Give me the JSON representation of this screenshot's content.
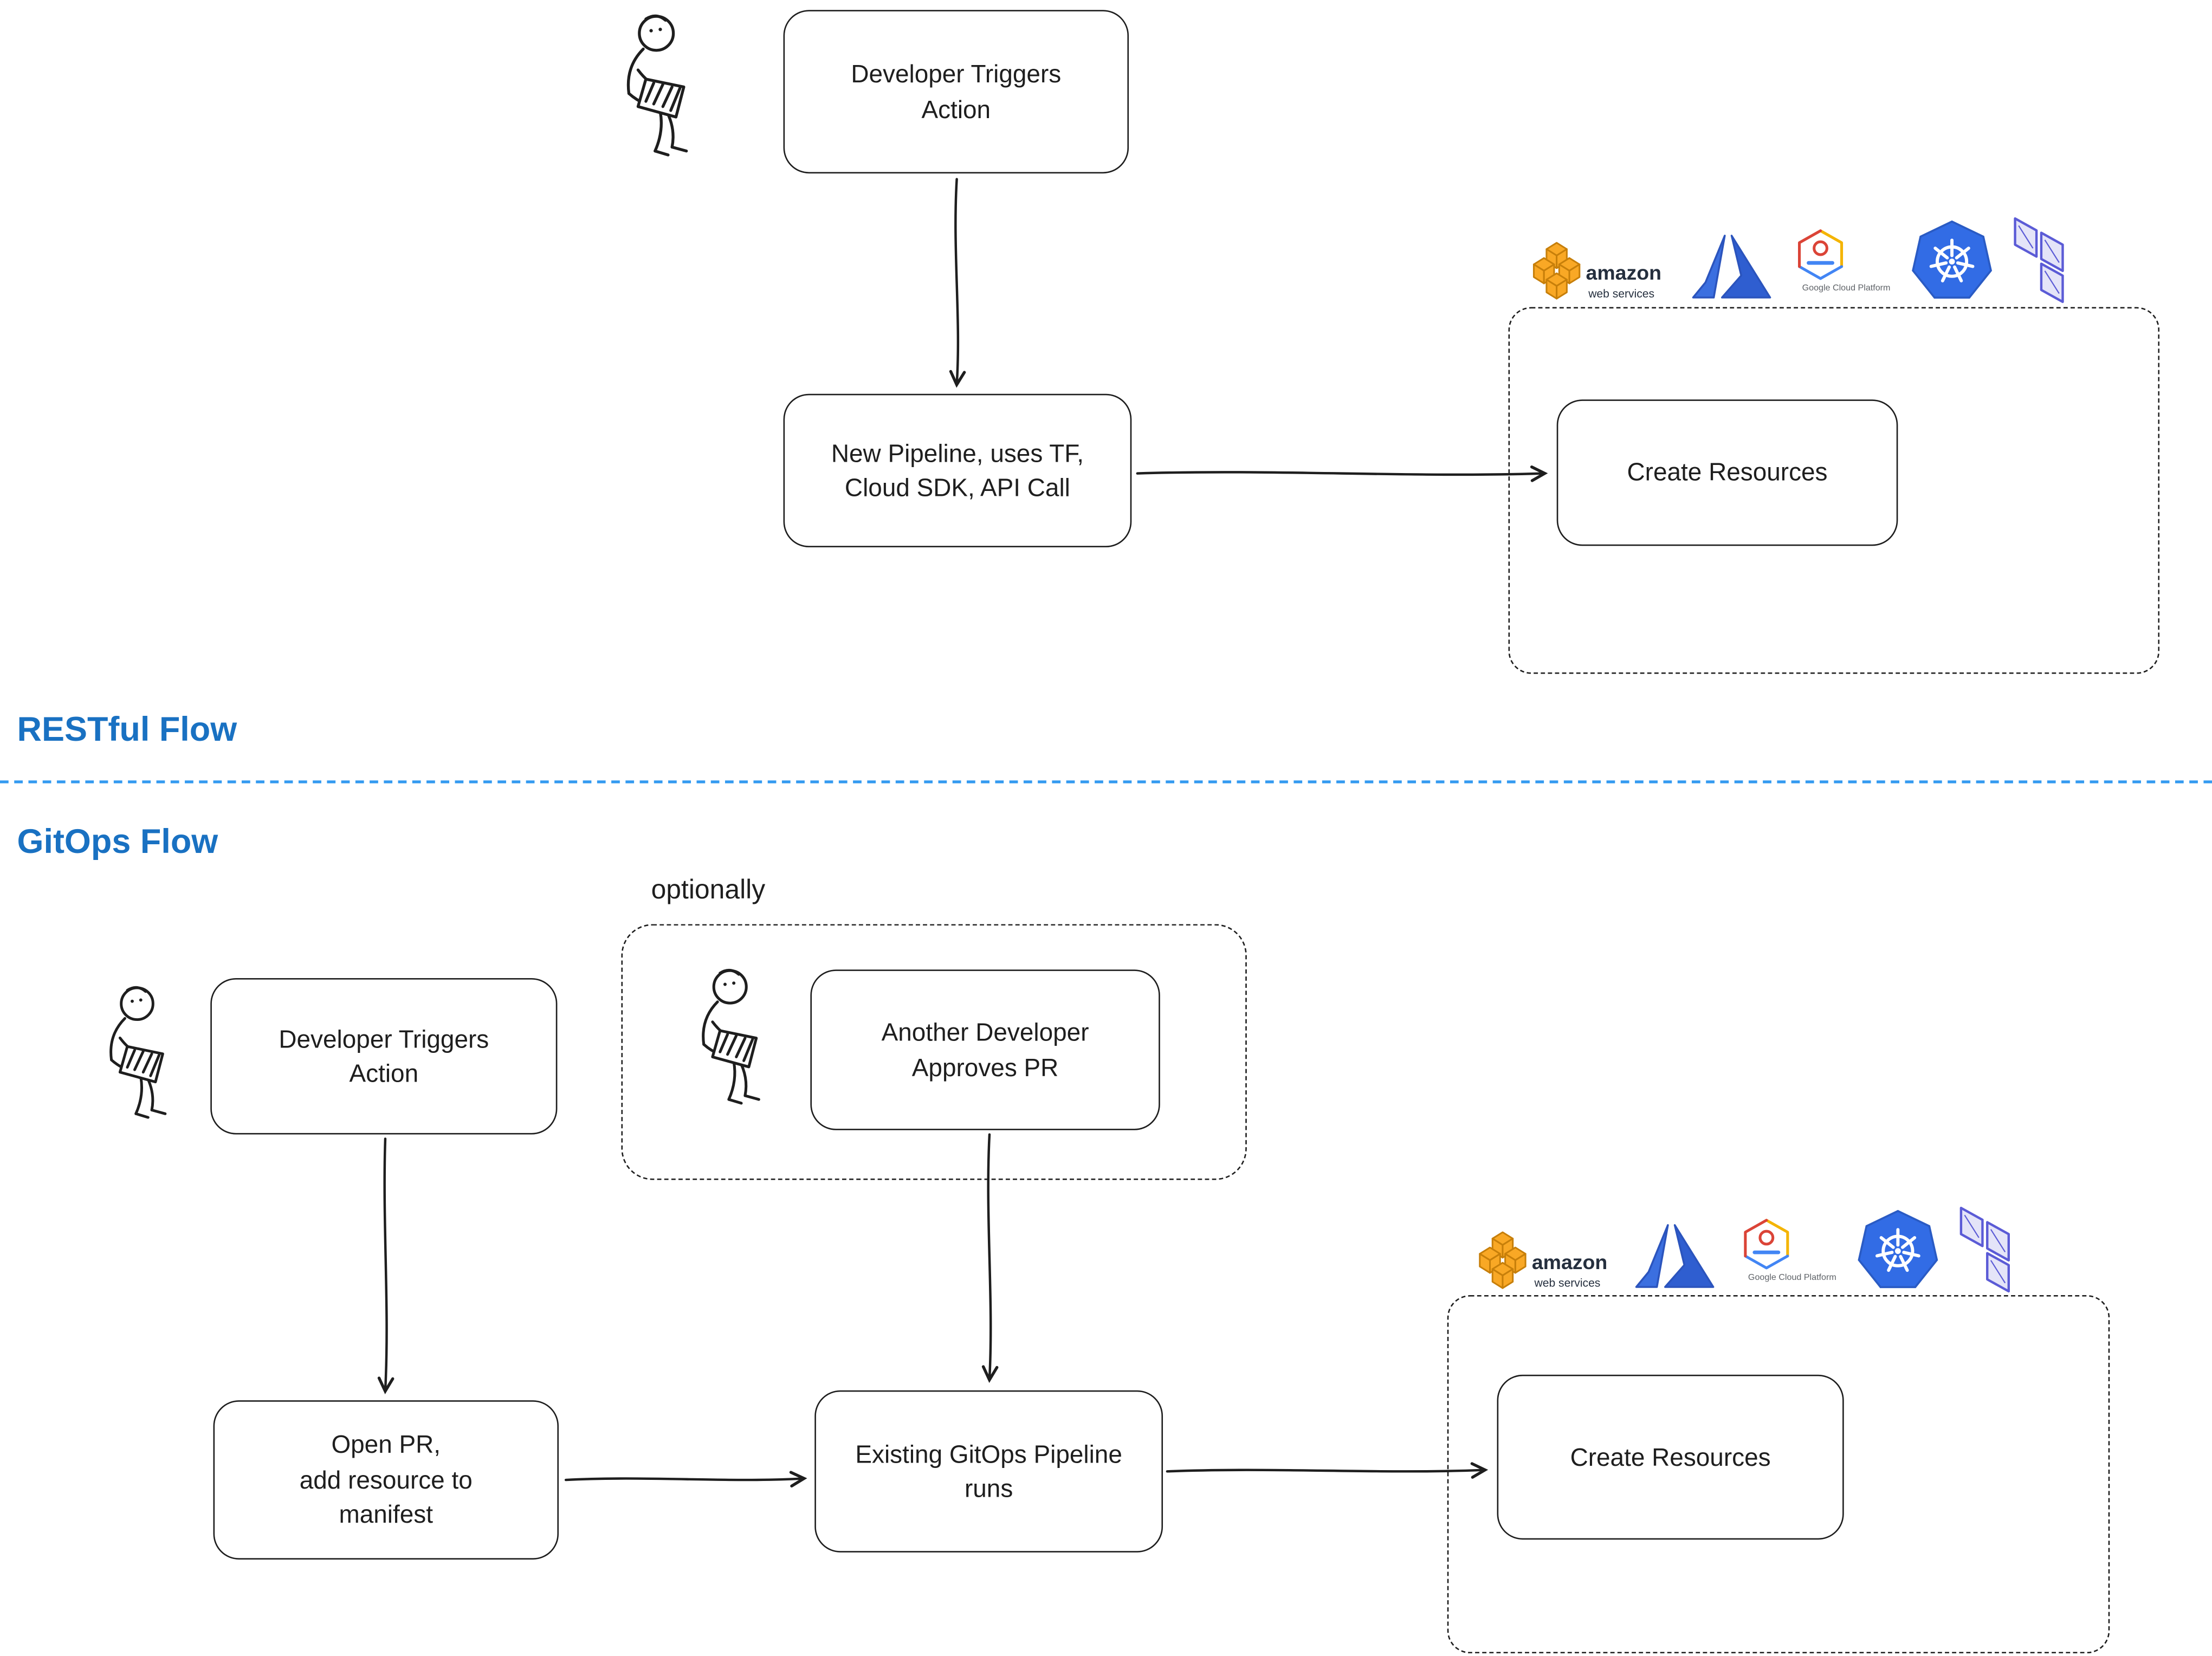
{
  "sections": {
    "restful": {
      "label": "RESTful Flow",
      "nodes": {
        "developer_triggers": "Developer Triggers\nAction",
        "new_pipeline": "New Pipeline, uses TF,\nCloud SDK, API Call",
        "create_resources": "Create Resources"
      }
    },
    "gitops": {
      "label": "GitOps Flow",
      "optionally_label": "optionally",
      "nodes": {
        "developer_triggers": "Developer Triggers\nAction",
        "another_developer": "Another Developer\nApproves PR",
        "open_pr": "Open PR,\nadd resource to\nmanifest",
        "existing_pipeline": "Existing GitOps Pipeline\nruns",
        "create_resources": "Create Resources"
      }
    }
  },
  "logos": {
    "aws": {
      "icon": "aws-logo",
      "title": "amazon",
      "subtitle": "web services"
    },
    "azure": {
      "icon": "azure-logo"
    },
    "gcp": {
      "icon": "gcp-logo",
      "caption": "Google Cloud Platform"
    },
    "kubernetes": {
      "icon": "kubernetes-logo"
    },
    "terraform": {
      "icon": "terraform-logo"
    },
    "developer": {
      "icon": "developer-figure"
    }
  },
  "colors": {
    "accent_blue": "#1971c2",
    "divider_blue": "#339af0",
    "stroke_dark": "#1e1e1e",
    "aws_orange": "#f9a825",
    "azure_blue": "#3b6fe0",
    "gcp_red": "#db4437",
    "gcp_yellow": "#f4b400",
    "gcp_blue": "#4285f4",
    "kubernetes_blue": "#326ce5",
    "terraform_purple": "#5b5bd6"
  }
}
